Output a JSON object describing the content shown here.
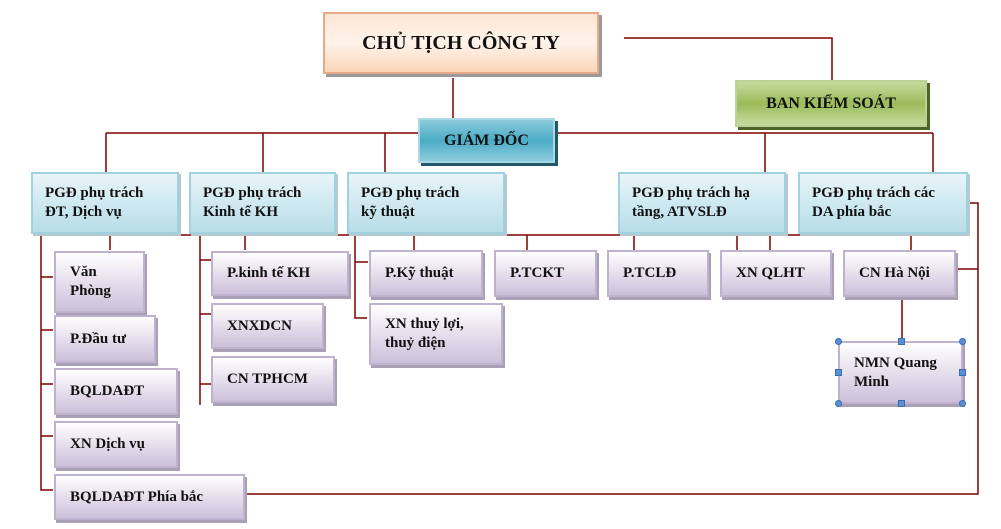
{
  "chart_title": "",
  "colors": {
    "connector": "#7f0000",
    "chairman_fill": "#fde6d4",
    "supervisory_fill": "#9bbb59",
    "director_fill": "#4bacc6",
    "deputy_fill": "#b7dde8",
    "unit_fill": "#ccc0da",
    "selection_handle": "#5b8fd6"
  },
  "chairman": {
    "label": "CHỦ TỊCH CÔNG TY"
  },
  "supervisory_board": {
    "label": "BAN KIỂM SOÁT"
  },
  "director": {
    "label": "GIÁM ĐỐC"
  },
  "deputies": [
    {
      "label": "PGĐ phụ trách\nĐT, Dịch vụ"
    },
    {
      "label": "PGĐ phụ trách\nKinh tế KH"
    },
    {
      "label": "PGĐ phụ trách\nkỹ thuật"
    },
    {
      "label": "PGĐ phụ trách hạ\ntầng, ATVSLĐ"
    },
    {
      "label": "PGĐ phụ trách các\nDA phía  bắc"
    }
  ],
  "units": {
    "investment_services": [
      {
        "label": "Văn\nPhòng"
      },
      {
        "label": "P.Đầu tư"
      },
      {
        "label": "BQLDAĐT"
      },
      {
        "label": "XN Dịch vụ"
      },
      {
        "label": "BQLDAĐT  Phía bắc"
      }
    ],
    "economics": [
      {
        "label": "P.kinh tế KH"
      },
      {
        "label": "XNXDCN"
      },
      {
        "label": "CN TPHCM"
      }
    ],
    "technical": [
      {
        "label": "P.Kỹ thuật"
      },
      {
        "label": "XN thuỷ lợi,\nthuỷ điện"
      }
    ],
    "shared": [
      {
        "label": "P.TCKT"
      },
      {
        "label": "P.TCLĐ"
      },
      {
        "label": "XN QLHT"
      },
      {
        "label": "CN Hà Nội"
      }
    ],
    "north": [
      {
        "label": "NMN Quang\nMinh",
        "selected": true
      }
    ]
  }
}
